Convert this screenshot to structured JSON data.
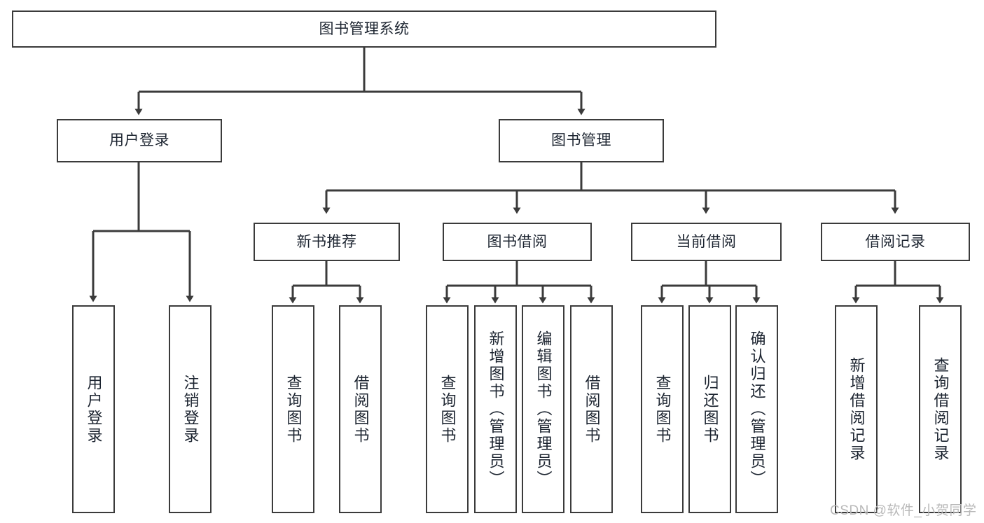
{
  "diagram": {
    "title": "图书管理系统",
    "type": "tree-hierarchy-diagram",
    "colors": {
      "stroke": "#3b3b3b",
      "node_fill": "#ffffff",
      "text": "#1c2430",
      "background": "#ffffff",
      "watermark": "#b9b9b9"
    },
    "nodes": {
      "root": {
        "label": "图书管理系统",
        "orientation": "horizontal"
      },
      "level2": [
        {
          "id": "user-login",
          "label": "用户登录",
          "orientation": "horizontal"
        },
        {
          "id": "book-management",
          "label": "图书管理",
          "orientation": "horizontal"
        }
      ],
      "level3": [
        {
          "id": "new-book-recommend",
          "label": "新书推荐",
          "orientation": "horizontal"
        },
        {
          "id": "book-borrow",
          "label": "图书借阅",
          "orientation": "horizontal"
        },
        {
          "id": "current-borrow",
          "label": "当前借阅",
          "orientation": "horizontal"
        },
        {
          "id": "borrow-record",
          "label": "借阅记录",
          "orientation": "horizontal"
        }
      ],
      "leaves": [
        {
          "id": "leaf-user-login",
          "label": "用户登录",
          "parent": "user-login",
          "orientation": "vertical"
        },
        {
          "id": "leaf-logout",
          "label": "注销登录",
          "parent": "user-login",
          "orientation": "vertical"
        },
        {
          "id": "leaf-query-book-1",
          "label": "查询图书",
          "parent": "new-book-recommend",
          "orientation": "vertical"
        },
        {
          "id": "leaf-borrow-book-1",
          "label": "借阅图书",
          "parent": "new-book-recommend",
          "orientation": "vertical"
        },
        {
          "id": "leaf-query-book-2",
          "label": "查询图书",
          "parent": "book-borrow",
          "orientation": "vertical"
        },
        {
          "id": "leaf-add-book",
          "label": "新增图书（管理员）",
          "parent": "book-borrow",
          "orientation": "vertical"
        },
        {
          "id": "leaf-edit-book",
          "label": "编辑图书（管理员）",
          "parent": "book-borrow",
          "orientation": "vertical"
        },
        {
          "id": "leaf-borrow-book-2",
          "label": "借阅图书",
          "parent": "book-borrow",
          "orientation": "vertical"
        },
        {
          "id": "leaf-query-book-3",
          "label": "查询图书",
          "parent": "current-borrow",
          "orientation": "vertical"
        },
        {
          "id": "leaf-return-book",
          "label": "归还图书",
          "parent": "current-borrow",
          "orientation": "vertical"
        },
        {
          "id": "leaf-confirm-return",
          "label": "确认归还（管理员）",
          "parent": "current-borrow",
          "orientation": "vertical"
        },
        {
          "id": "leaf-add-record",
          "label": "新增借阅记录",
          "parent": "borrow-record",
          "orientation": "vertical"
        },
        {
          "id": "leaf-query-record",
          "label": "查询借阅记录",
          "parent": "borrow-record",
          "orientation": "vertical"
        }
      ]
    },
    "watermark": "CSDN @软件_小贺同学"
  }
}
